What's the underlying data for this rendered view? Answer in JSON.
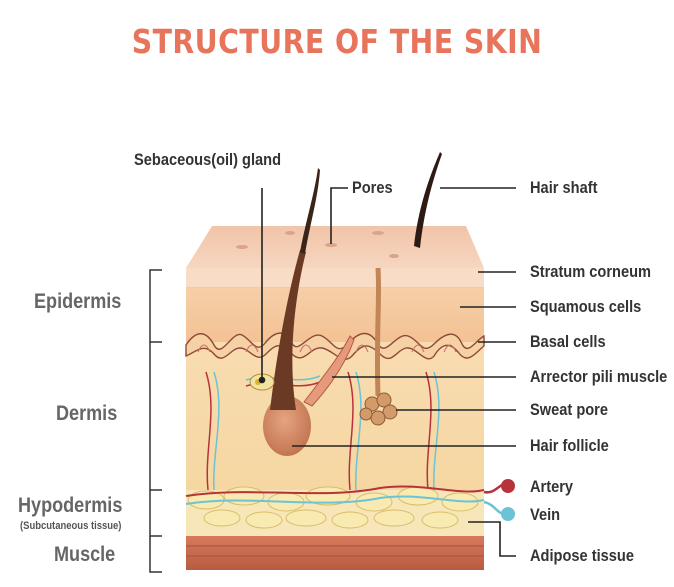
{
  "title": "STRUCTURE OF THE SKIN",
  "layers": {
    "epidermis": "Epidermis",
    "dermis": "Dermis",
    "hypodermis": "Hypodermis",
    "hypodermis_sub": "(Subcutaneous tissue)",
    "muscle": "Muscle"
  },
  "callouts": {
    "sebaceous_gland": "Sebaceous(oil) gland",
    "pores": "Pores",
    "hair_shaft": "Hair shaft",
    "stratum_corneum": "Stratum corneum",
    "squamous_cells": "Squamous cells",
    "basal_cells": "Basal cells",
    "arrector_pili": "Arrector pili muscle",
    "sweat_pore": "Sweat pore",
    "hair_follicle": "Hair follicle",
    "artery": "Artery",
    "vein": "Vein",
    "adipose_tissue": "Adipose tissue"
  },
  "colors": {
    "title": "#e8745c",
    "artery": "#b8323a",
    "vein": "#6cc3d5",
    "muscle": "#c9644a",
    "fat": "#f4e2a6",
    "leader_line": "#222222"
  }
}
